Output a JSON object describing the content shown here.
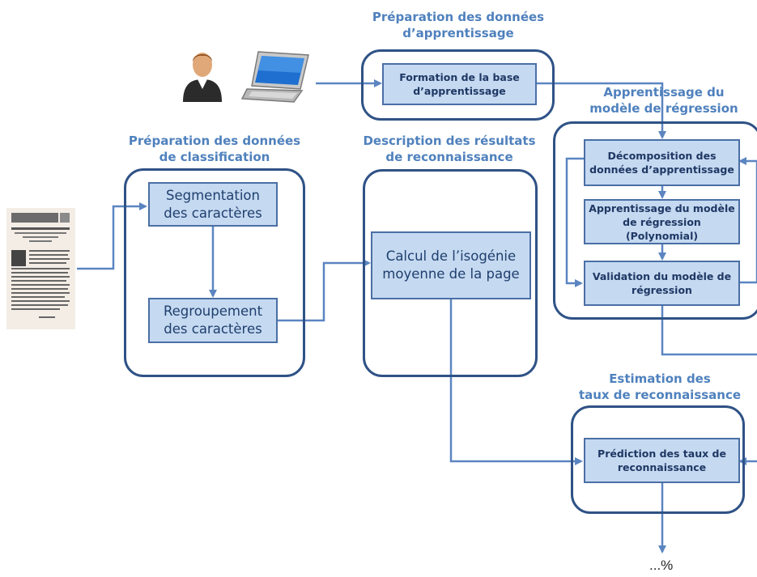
{
  "groups": {
    "training_prep": "Préparation des données\nd’apprentissage",
    "classification_prep": "Préparation des données\nde classification",
    "results_description": "Description des résultats\nde reconnaissance",
    "regression_learning": "Apprentissage du\nmodèle de régression",
    "rate_estimation": "Estimation des\ntaux de reconnaissance"
  },
  "boxes": {
    "training_base": "Formation de la base\nd’apprentissage",
    "segmentation": "Segmentation\ndes caractères",
    "grouping": "Regroupement\ndes caractères",
    "isogeny": "Calcul de l’isogénie\nmoyenne de la page",
    "decomposition": "Décomposition des\ndonnées d’apprentissage",
    "regression_model": "Apprentissage du modèle\nde régression\n(Polynomial)",
    "validation": "Validation du modèle de\nrégression",
    "prediction": "Prédiction des taux de\nreconnaissance"
  },
  "output": "...%",
  "icons": [
    "user-icon",
    "laptop-icon",
    "document-page-icon"
  ],
  "colors": {
    "title": "#4f81bd",
    "box_fill": "#c5d9f1",
    "box_border": "#4a6fa5",
    "container_border": "#2f5286",
    "arrow": "#5b85c1"
  }
}
